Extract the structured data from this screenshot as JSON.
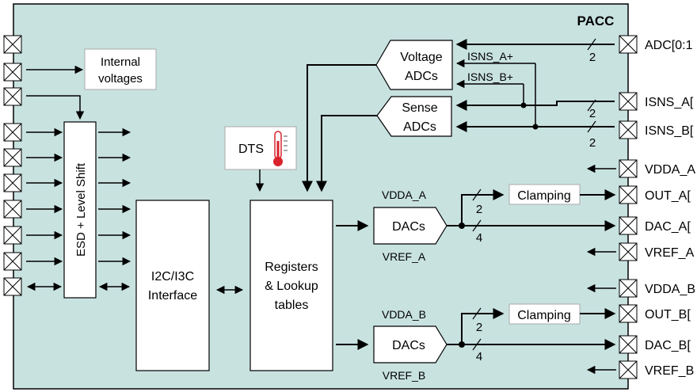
{
  "title": "PACC",
  "blocks": {
    "internal_voltages": [
      "Internal",
      "voltages"
    ],
    "esd": "ESD + Level Shift",
    "i2c": [
      "I2C/I3C",
      "Interface"
    ],
    "dts": "DTS",
    "registers": [
      "Registers",
      "& Lookup",
      "tables"
    ],
    "voltage_adcs": [
      "Voltage",
      "ADCs"
    ],
    "sense_adcs": [
      "Sense",
      "ADCs"
    ],
    "dacs_a": "DACs",
    "dacs_b": "DACs",
    "clamp_a": "Clamping",
    "clamp_b": "Clamping"
  },
  "labels": {
    "isns_a_plus": "ISNS_A+",
    "isns_b_plus": "ISNS_B+",
    "vdda_a": "VDDA_A",
    "vref_a": "VREF_A",
    "vdda_b": "VDDA_B",
    "vref_b": "VREF_B",
    "bus2": "2",
    "bus4": "4"
  },
  "pins_right": [
    "ADC[0:1",
    "ISNS_A[",
    "ISNS_B[",
    "VDDA_A",
    "OUT_A[",
    "DAC_A[",
    "VREF_A",
    "VDDA_B",
    "OUT_B[",
    "DAC_B[",
    "VREF_B"
  ],
  "colors": {
    "chip_fill": "#c8e2e0",
    "stroke": "#000000",
    "thermometer": "#d9232d"
  }
}
